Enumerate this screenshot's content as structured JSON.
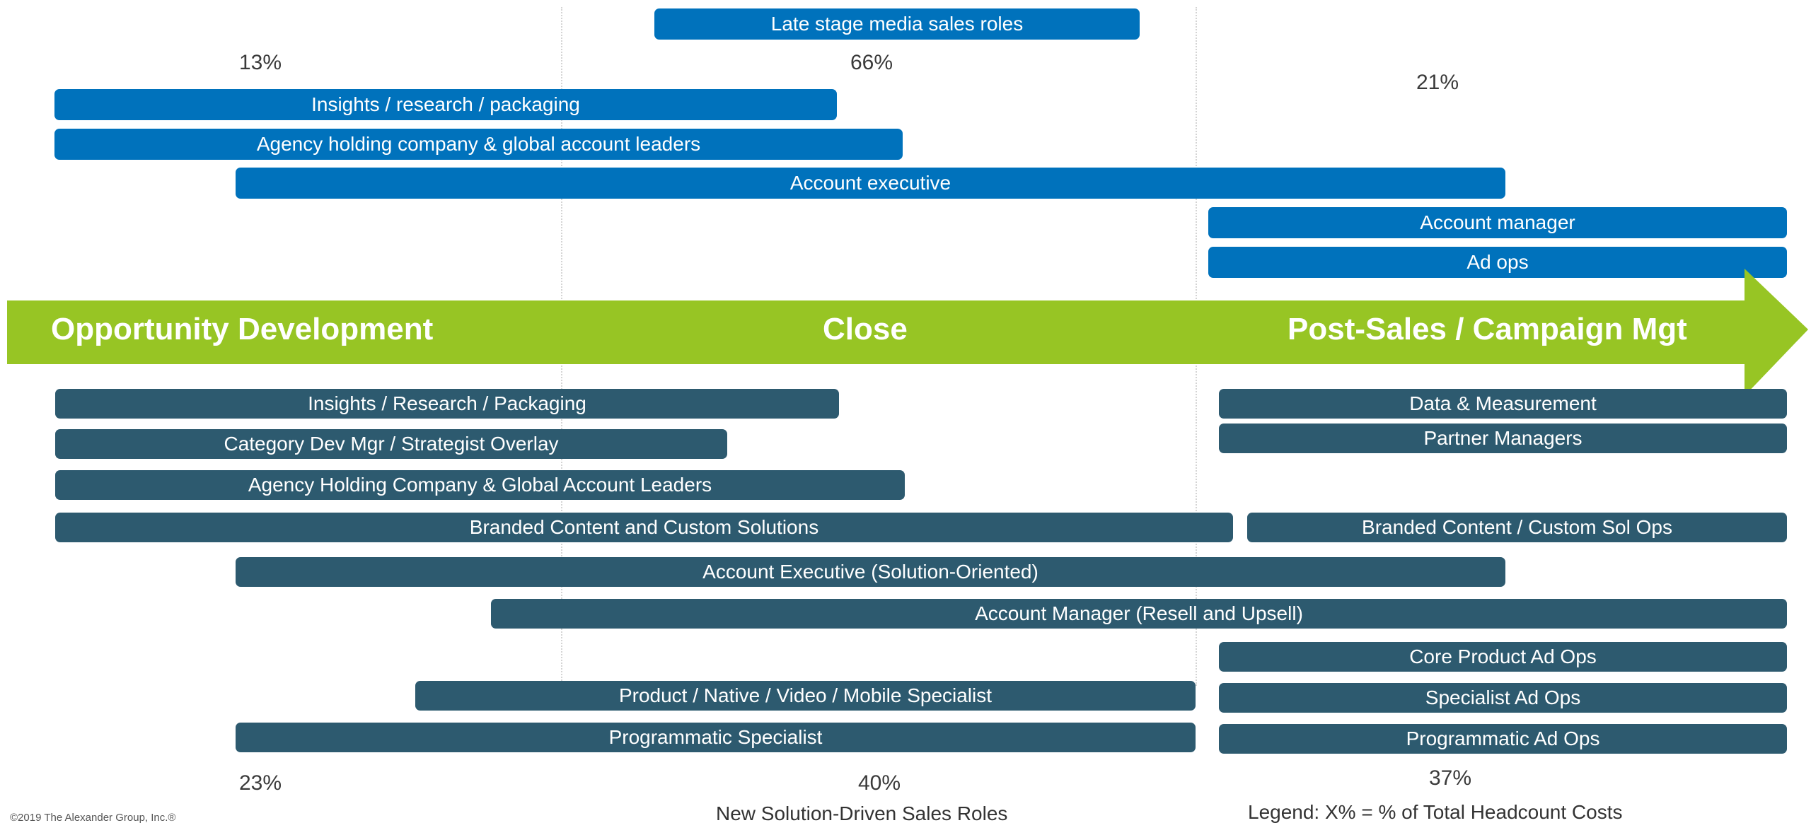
{
  "colors": {
    "top_bar": "#0072bc",
    "bottom_bar": "#2d5a6f",
    "arrow": "#97c524",
    "bar_text": "#ffffff"
  },
  "top_section": {
    "percentages": [
      "13%",
      "66%",
      "21%"
    ],
    "roles": [
      "Late stage media sales roles",
      "Insights / research / packaging",
      "Agency holding company & global account leaders",
      "Account executive",
      "Account manager",
      "Ad ops"
    ]
  },
  "arrow": {
    "phases": [
      "Opportunity Development",
      "Close",
      "Post-Sales / Campaign Mgt"
    ]
  },
  "bottom_section": {
    "roles": [
      "Insights / Research / Packaging",
      "Data & Measurement",
      "Partner Managers",
      "Category Dev Mgr / Strategist Overlay",
      "Agency Holding Company & Global Account Leaders",
      "Branded Content and Custom Solutions",
      "Branded Content / Custom Sol Ops",
      "Account Executive (Solution-Oriented)",
      "Account Manager (Resell and Upsell)",
      "Core Product Ad Ops",
      "Product / Native / Video / Mobile Specialist",
      "Specialist Ad Ops",
      "Programmatic Specialist",
      "Programmatic Ad Ops"
    ],
    "percentages": [
      "23%",
      "40%",
      "37%"
    ]
  },
  "footer": {
    "caption": "New Solution-Driven Sales Roles",
    "legend": "Legend: X% = % of Total Headcount Costs",
    "copyright": "©2019 The Alexander Group, Inc.®"
  }
}
